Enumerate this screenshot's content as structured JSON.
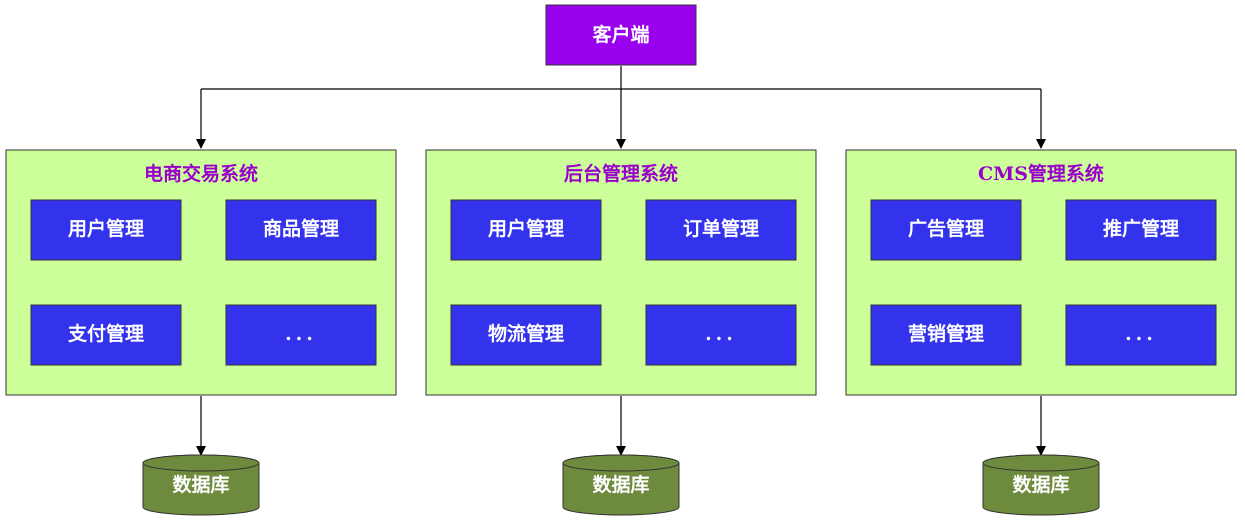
{
  "client": {
    "label": "客户端"
  },
  "systems": [
    {
      "title": "电商交易系统",
      "modules": [
        "用户管理",
        "商品管理",
        "支付管理",
        "..."
      ],
      "database": "数据库"
    },
    {
      "title": "后台管理系统",
      "modules": [
        "用户管理",
        "订单管理",
        "物流管理",
        "..."
      ],
      "database": "数据库"
    },
    {
      "title": "CMS管理系统",
      "modules": [
        "广告管理",
        "推广管理",
        "营销管理",
        "..."
      ],
      "database": "数据库"
    }
  ],
  "colors": {
    "client_fill": "#9900EE",
    "client_text": "#FFFFFF",
    "system_fill": "#CCFF99",
    "system_title": "#9900CC",
    "module_fill": "#3333EE",
    "module_text": "#FFFFFF",
    "db_fill": "#6E8B3D",
    "db_text": "#FFFFFF",
    "line": "#000000"
  }
}
